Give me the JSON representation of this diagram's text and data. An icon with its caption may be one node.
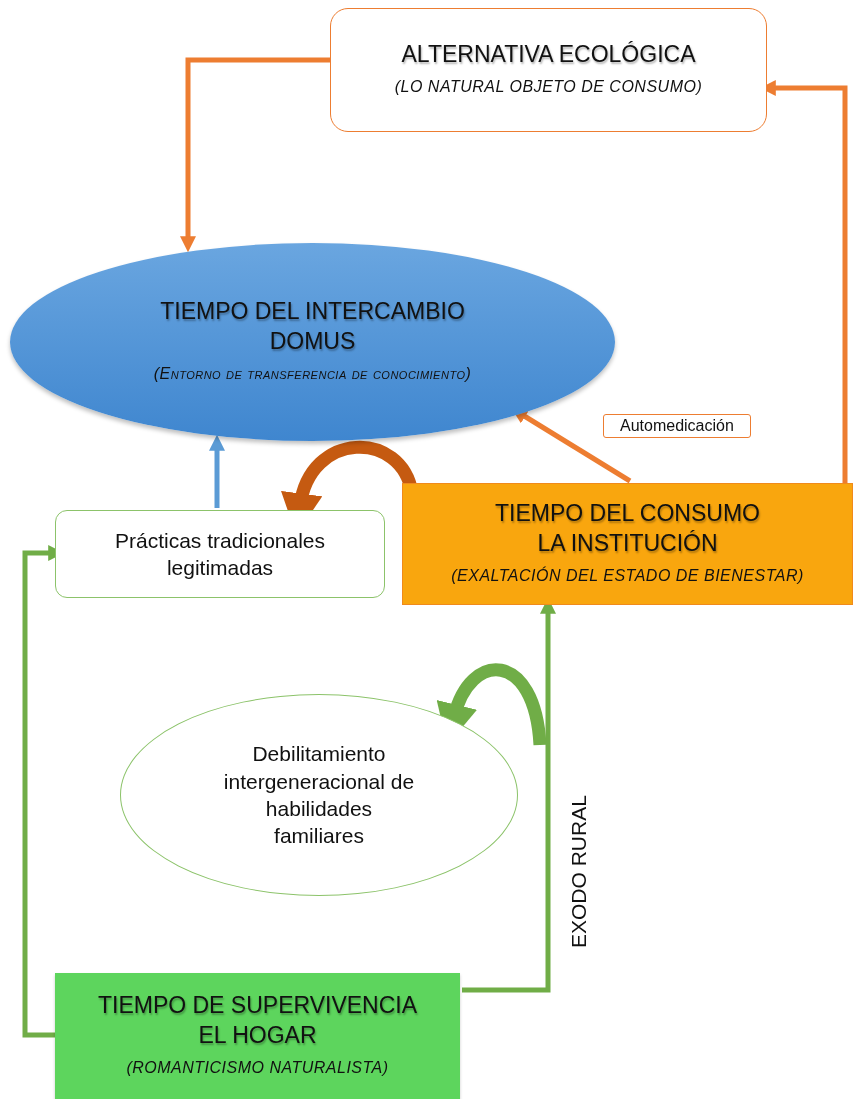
{
  "diagram": {
    "nodes": [
      {
        "text": [
          "ALTERNATIVA ECOLÓGICA",
          "(LO NATURAL OBJETO DE CONSUMO)"
        ]
      },
      {
        "text": [
          "TIEMPO DEL INTERCAMBIO DOMUS",
          "(Entorno de transferencia de conocimiento)"
        ]
      },
      {
        "text": [
          "Prácticas tradicionales legitimadas"
        ]
      },
      {
        "text": [
          "TIEMPO DEL CONSUMO LA INSTITUCIÓN",
          "(EXALTACIÓN DEL ESTADO DE BIENESTAR)"
        ]
      },
      {
        "text": [
          "Debilitamiento intergeneracional de habilidades familiares"
        ]
      },
      {
        "text": [
          "TIEMPO DE SUPERVIVENCIA EL HOGAR",
          "(ROMANTICISMO NATURALISTA)"
        ]
      }
    ],
    "edges": [
      {
        "from": 0,
        "to": 1,
        "arrow": "to"
      },
      {
        "from": 3,
        "to": 0,
        "arrow": "to"
      },
      {
        "from": 3,
        "to": 1,
        "arrow": "to",
        "label": "Automedicación"
      },
      {
        "from": 2,
        "to": 1,
        "arrow": "to",
        "color": "#5b9bd5"
      },
      {
        "from": 3,
        "to": 2,
        "arrow": "to",
        "style": "thick",
        "color": "#c55a11"
      },
      {
        "from": 5,
        "to": 2,
        "arrow": "to",
        "color": "#70ad47"
      },
      {
        "from": 5,
        "to": 3,
        "arrow": "to",
        "color": "#70ad47",
        "label": "EXODO RURAL"
      },
      {
        "from": null,
        "to": 4,
        "arrow": "to",
        "style": "thick",
        "color": "#70ad47"
      }
    ]
  }
}
